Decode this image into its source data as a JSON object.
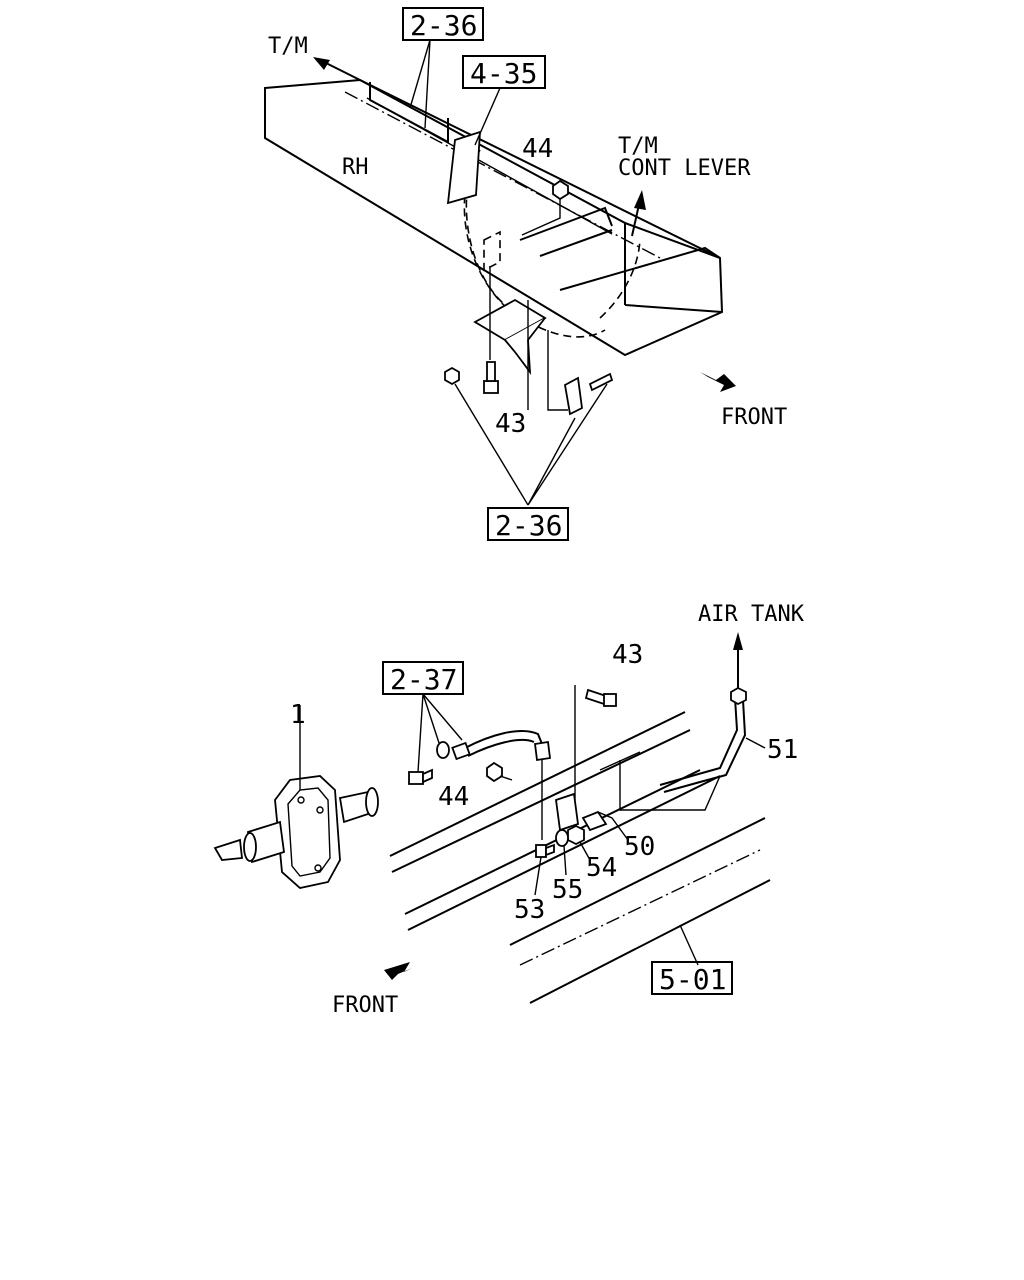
{
  "top_diagram": {
    "labels": {
      "tm": "T/M",
      "rh": "RH",
      "tm_cont_1": "T/M",
      "tm_cont_2": "CONT LEVER",
      "front": "FRONT"
    },
    "refs": {
      "ref_top_a": "2-36",
      "ref_top_b": "4-35",
      "ref_bottom": "2-36"
    },
    "parts": {
      "p44": "44",
      "p43": "43"
    }
  },
  "bottom_diagram": {
    "labels": {
      "air_tank": "AIR TANK",
      "front": "FRONT"
    },
    "refs": {
      "ref_a": "2-37",
      "ref_b": "5-01"
    },
    "parts": {
      "p1": "1",
      "p43": "43",
      "p44": "44",
      "p50": "50",
      "p51": "51",
      "p53": "53",
      "p54": "54",
      "p55": "55"
    }
  }
}
